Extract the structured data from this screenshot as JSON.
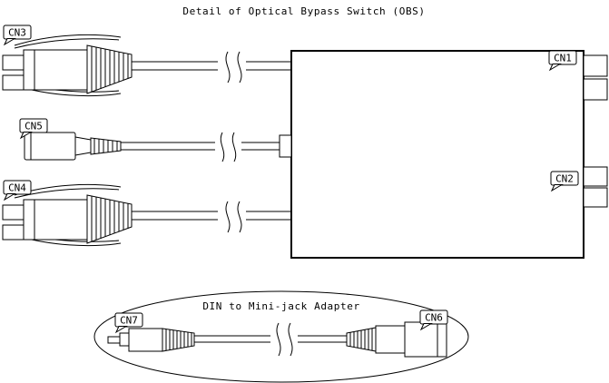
{
  "diagram": {
    "title": "Detail of Optical Bypass Switch (OBS)",
    "adapter_caption": "DIN to Mini-jack Adapter",
    "labels": {
      "cn1": "CN1",
      "cn2": "CN2",
      "cn3": "CN3",
      "cn4": "CN4",
      "cn5": "CN5",
      "cn6": "CN6",
      "cn7": "CN7"
    },
    "colors": {
      "line": "#000000",
      "background": "#ffffff"
    }
  }
}
